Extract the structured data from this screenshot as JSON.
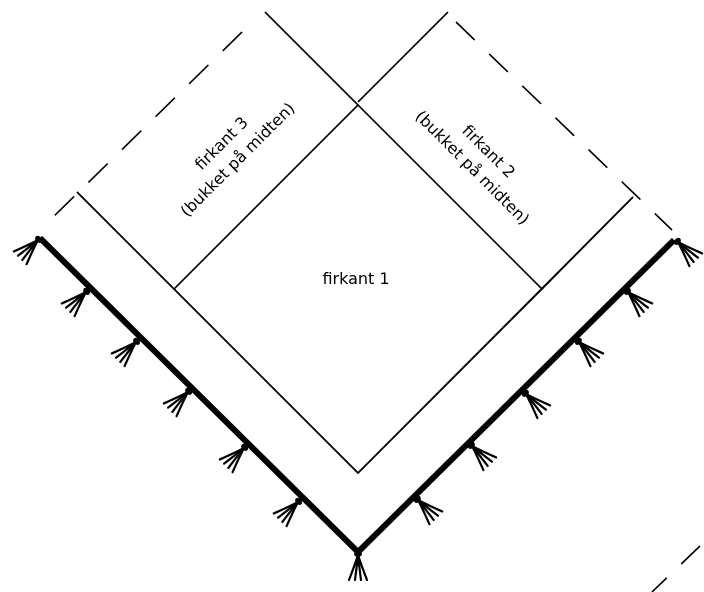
{
  "labels": {
    "square1": "firkant 1",
    "square2_line1": "firkant 2",
    "square2_line2": "(bukket på midten)",
    "square3_line1": "firkant 3",
    "square3_line2": "(bukket på midten)"
  },
  "colors": {
    "line": "#000000",
    "background": "#ffffff"
  }
}
